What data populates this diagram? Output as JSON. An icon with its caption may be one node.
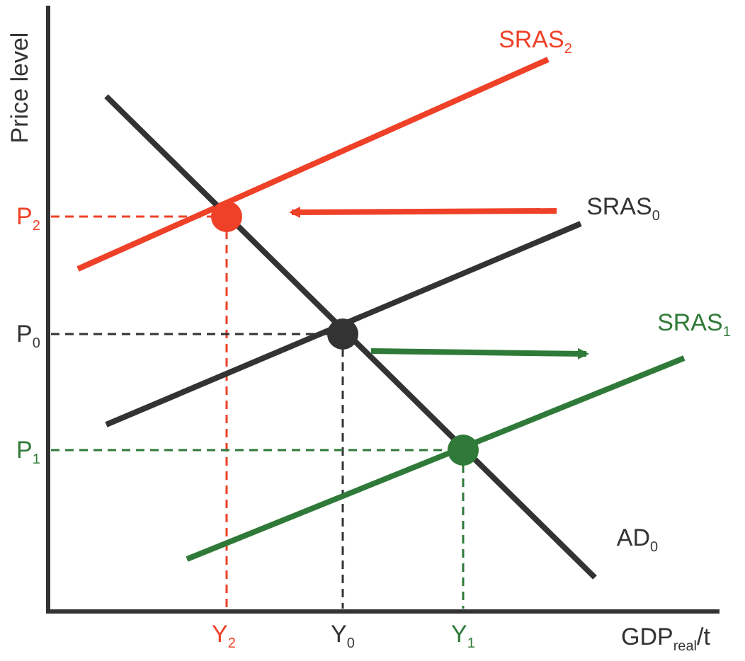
{
  "diagram": {
    "labels": [
      "Price level",
      "SRAS$_{2}$",
      "P$_{2}$",
      "SRAS$_{0}$",
      "P$_{0}$",
      "SRAS$_{1}$",
      "P$_{1}$",
      "AD$_{0}$",
      "Y$_{2}$",
      "Y$_{0}$",
      "Y$_{1}$",
      "GDP$_{real}$/t"
    ]
  }
}
